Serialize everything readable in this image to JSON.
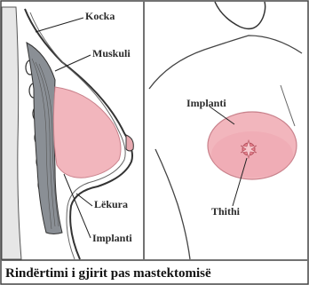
{
  "labels": {
    "kocka": "Kocka",
    "muskuli": "Muskuli",
    "lekura": "Lëkura",
    "implanti_side": "Implanti",
    "implanti_front": "Implanti",
    "thithi": "Thithi"
  },
  "caption": "Rindërtimi i gjirit pas mastektomisë",
  "colors": {
    "implant": "#f2b6bd",
    "muscle": "#8a8f95",
    "outline": "#333333",
    "skin_bg": "#ffffff"
  }
}
